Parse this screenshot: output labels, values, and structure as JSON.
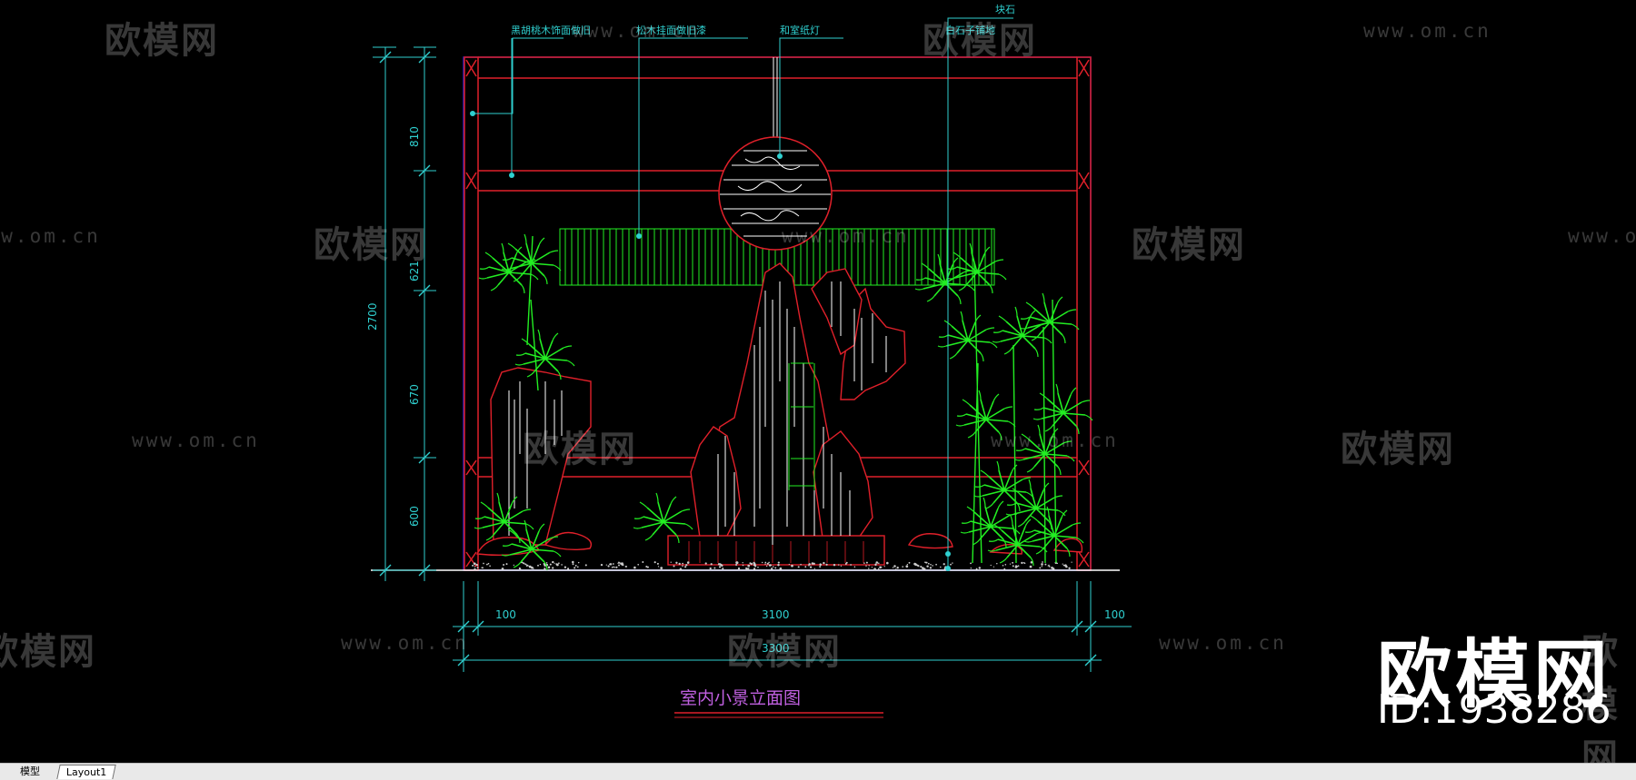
{
  "drawing": {
    "title": "室内小景立面图",
    "callouts": [
      {
        "text": "黑胡桃木饰面做旧"
      },
      {
        "text": "松木挂面做旧漆"
      },
      {
        "text": "和室纸灯"
      },
      {
        "text": "块石"
      },
      {
        "text": "白石子铺地"
      }
    ],
    "vertical_dims": [
      "810",
      "621",
      "670",
      "600"
    ],
    "total_height": "2700",
    "horizontal_dims": [
      "100",
      "3100",
      "100"
    ],
    "total_width": "3300"
  },
  "watermark": {
    "logo_text": "欧模网",
    "url_text": "www.om.cn"
  },
  "brand": {
    "name": "欧模网",
    "id_text": "ID:1938286"
  },
  "tabs": [
    {
      "label": "模型"
    },
    {
      "label": "Layout1"
    }
  ],
  "colors": {
    "background": "#000000",
    "frame_red": "#e0202a",
    "dimension_cyan": "#2fd0d0",
    "bamboo_green": "#22ee22",
    "border_blue": "#2222cc",
    "rock_white": "#ffffff",
    "title_purple": "#c060e0"
  }
}
